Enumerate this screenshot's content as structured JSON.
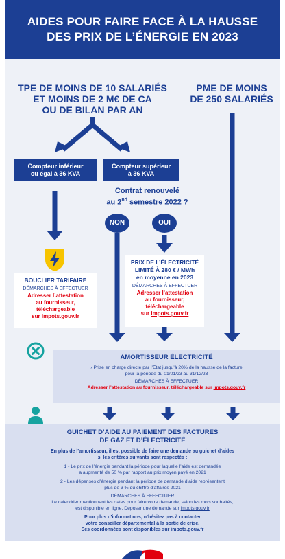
{
  "header": {
    "line1": "AIDES POUR FAIRE FACE À LA HAUSSE",
    "line2": "DES PRIX DE L’ÉNERGIE EN 2023"
  },
  "columns": {
    "tpe": [
      "TPE DE MOINS DE 10 SALARIÉS",
      "ET MOINS DE 2 M€ DE CA",
      "OU DE BILAN PAR AN"
    ],
    "pme": [
      "PME DE MOINS",
      "DE 250 SALARIÉS"
    ]
  },
  "meters": {
    "low": [
      "Compteur inférieur",
      "ou égal à 36 KVA"
    ],
    "high": [
      "Compteur supérieur",
      "à 36 KVA"
    ]
  },
  "question": {
    "line1": "Contrat renouvelé",
    "line2_pre": "au 2",
    "line2_sup": "nd",
    "line2_post": " semestre 2022 ?"
  },
  "answers": {
    "no": "NON",
    "yes": "OUI"
  },
  "bouclier": {
    "title": "BOUCLIER TARIFAIRE",
    "steps": "DÉMARCHES À EFFECTUER",
    "action": [
      "Adresser l’attestation",
      "au fournisseur,",
      "téléchargeable"
    ],
    "link_pre": "sur ",
    "link": "impots.gouv.fr"
  },
  "prix": {
    "title": [
      "PRIX DE L’ÉLECTRICITÉ",
      "LIMITÉ À 280 € / MWh",
      "en moyenne en 2023"
    ],
    "steps": "DÉMARCHES À EFFECTUER",
    "action": [
      "Adresser l’attestation",
      "au fournisseur,",
      "téléchargeable"
    ],
    "link_pre": "sur ",
    "link": "impots.gouv.fr"
  },
  "amortisseur": {
    "title": "AMORTISSEUR ÉLECTRICITÉ",
    "desc": [
      "› Prise en charge directe par l’État jusqu’à 20% de la hausse de la facture",
      "pour la période du 01/01/23 au 31/12/23"
    ],
    "steps": "DÉMARCHES À EFFECTUER",
    "action_pre": "Adresser l’attestation au fournisseur, téléchargeable sur ",
    "link": "impots.gouv.fr"
  },
  "guichet": {
    "title": [
      "GUICHET D’AIDE AU PAIEMENT DES FACTURES",
      "DE GAZ ET D’ÉLECTRICITÉ"
    ],
    "intro": [
      "En plus de l’amortisseur, il est possible de faire une demande au guichet d’aides",
      "si les critères suivants sont respectés :"
    ],
    "crit1": [
      "1 - Le prix de l’énergie pendant la période pour laquelle l’aide est demandée",
      "a augmenté de 50 % par rapport au prix moyen payé en 2021"
    ],
    "crit2": [
      "2 - Les dépenses d’énergie pendant la période de demande d’aide représentent",
      "plus de 3 % du chiffre d’affaires 2021"
    ],
    "steps": "DÉMARCHES À EFFECTUER",
    "cal": [
      "Le calendrier mentionnant les dates pour faire votre demande, selon les mois souhaités,",
      "est disponible en ligne. Déposer une demande sur "
    ],
    "cal_link": "impots.gouv.fr",
    "contact": [
      "Pour plus d’informations, n’hésitez pas à contacter",
      "votre conseiller départemental à la sortie de crise.",
      "Ses coordonnées sont disponibles sur impots.gouv.fr"
    ]
  },
  "icons": {
    "lightning": "lightning-shield-icon",
    "close": "circle-x-icon",
    "person": "person-icon",
    "flag": "marianne-flag-icon"
  },
  "colors": {
    "navy": "#1c3f94",
    "red": "#e1000f",
    "yellow": "#f7c400",
    "teal": "#16a3a0",
    "band": "#d9dff0",
    "bg": "#eef1f7"
  }
}
